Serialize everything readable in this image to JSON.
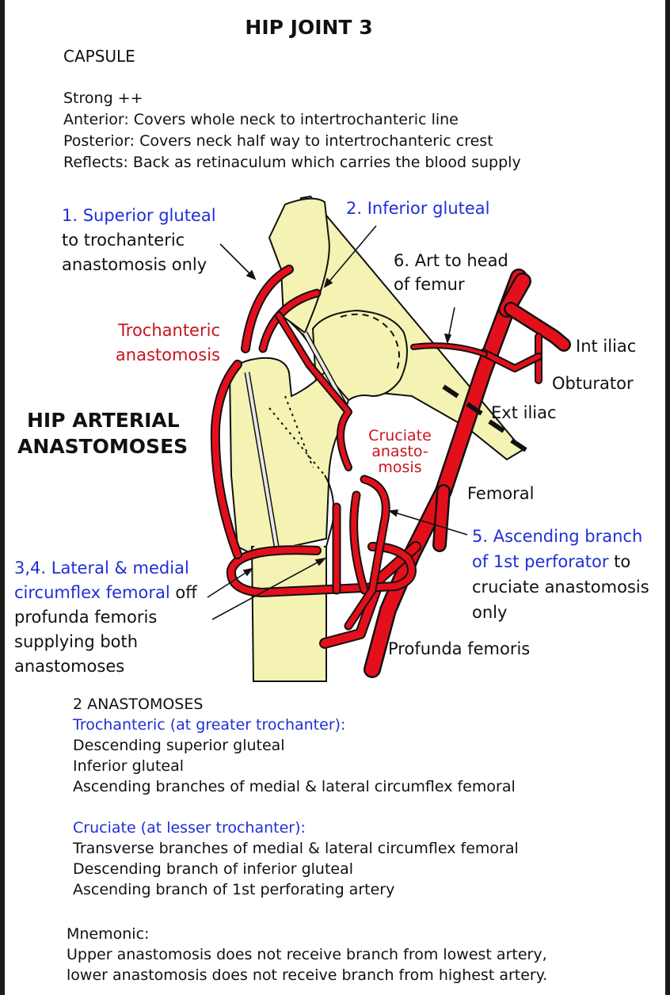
{
  "title": "HIP JOINT 3",
  "capsule": {
    "heading": "CAPSULE",
    "lines": [
      "Strong ++",
      "Anterior: Covers whole neck to intertrochanteric line",
      "Posterior: Covers neck half way to intertrochanteric crest",
      "Reflects: Back as retinaculum which carries the blood supply"
    ]
  },
  "section_heading": [
    "HIP ARTERIAL",
    "ANASTOMOSES"
  ],
  "labels": {
    "superior_gluteal": {
      "name": "1. Superior gluteal",
      "desc": [
        "to trochanteric",
        "anastomosis only"
      ]
    },
    "inferior_gluteal": "2. Inferior gluteal",
    "art_head_femur": [
      "6. Art to head",
      "of femur"
    ],
    "trochanteric_anastomosis": [
      "Trochanteric",
      "anastomosis"
    ],
    "int_iliac": "Int iliac",
    "obturator": "Obturator",
    "ext_iliac": "Ext iliac",
    "cruciate_anastomosis": [
      "Cruciate",
      "anasto-",
      "mosis"
    ],
    "femoral": "Femoral",
    "ascending_branch": {
      "blue_line1": "5. Ascending branch",
      "blue_line2": "of 1st perforator",
      "rest_line2": " to",
      "desc": [
        "cruciate anastomosis",
        "only"
      ]
    },
    "circumflex": {
      "blue_line1": "3,4. Lateral & medial",
      "blue_line2": "circumflex femoral",
      "rest_line2": " off",
      "desc": [
        "profunda femoris",
        "supplying both",
        "anastomoses"
      ]
    },
    "profunda_femoris": "Profunda femoris"
  },
  "anastomoses": {
    "heading": "2 ANASTOMOSES",
    "trochanteric": {
      "title": "Trochanteric (at greater trochanter):",
      "items": [
        "Descending superior gluteal",
        "Inferior gluteal",
        "Ascending branches of medial & lateral circumflex femoral"
      ]
    },
    "cruciate": {
      "title": "Cruciate (at lesser trochanter):",
      "items": [
        "Transverse branches of medial & lateral circumflex femoral",
        "Descending branch of inferior gluteal",
        "Ascending branch of 1st perforating artery"
      ]
    }
  },
  "mnemonic": {
    "heading": "Mnemonic:",
    "lines": [
      "Upper anastomosis does not receive branch from lowest artery,",
      "lower anastomosis does not receive branch from highest artery."
    ]
  },
  "colors": {
    "artery": "#e3101b",
    "bone": "#f5f3b4",
    "blue_text": "#1f2fd6",
    "red_text": "#c8141c"
  }
}
